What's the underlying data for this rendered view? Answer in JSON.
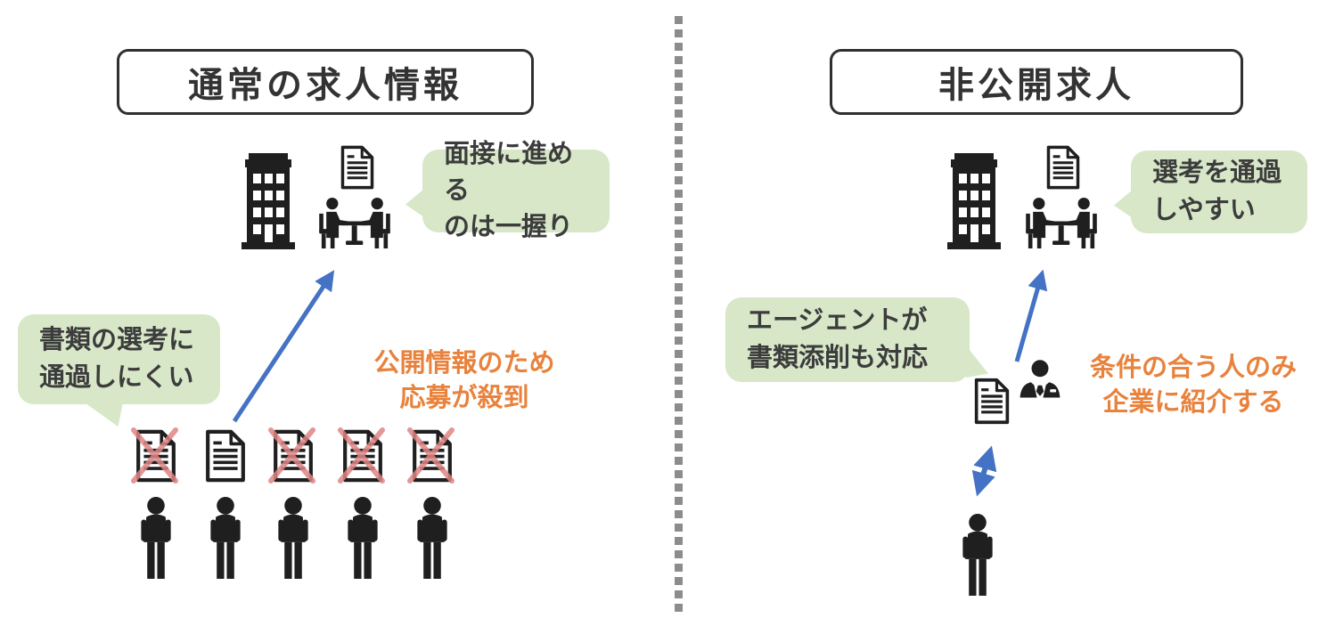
{
  "colors": {
    "bubble_green": "#d7e7c8",
    "accent_orange": "#e8823c",
    "arrow_blue": "#4472c4",
    "cross_red": "#df8585",
    "icon_black": "#1f1f1f",
    "text_dark": "#3c3c3c",
    "divider_gray": "#8c8c8c",
    "box_border": "#2f2f2f"
  },
  "icons": {
    "building": "office-building-icon",
    "document": "document-icon",
    "interview": "interview-table-icon",
    "person": "person-icon",
    "agent": "business-agent-icon",
    "cross": "rejection-x-icon",
    "arrows": "blue-arrow"
  },
  "left_panel": {
    "title": "通常の求人情報",
    "interview_bubble": "面接に進める\nのは一握り",
    "screening_bubble": "書類の選考に\n通過しにくい",
    "orange_note": "公開情報のため\n応募が殺到",
    "applicants": [
      {
        "rejected": true
      },
      {
        "rejected": false
      },
      {
        "rejected": true
      },
      {
        "rejected": true
      },
      {
        "rejected": true
      }
    ]
  },
  "right_panel": {
    "title": "非公開求人",
    "screening_bubble": "選考を通過\nしやすい",
    "agent_bubble": "エージェントが\n書類添削も対応",
    "orange_note": "条件の合う人のみ\n企業に紹介する"
  }
}
